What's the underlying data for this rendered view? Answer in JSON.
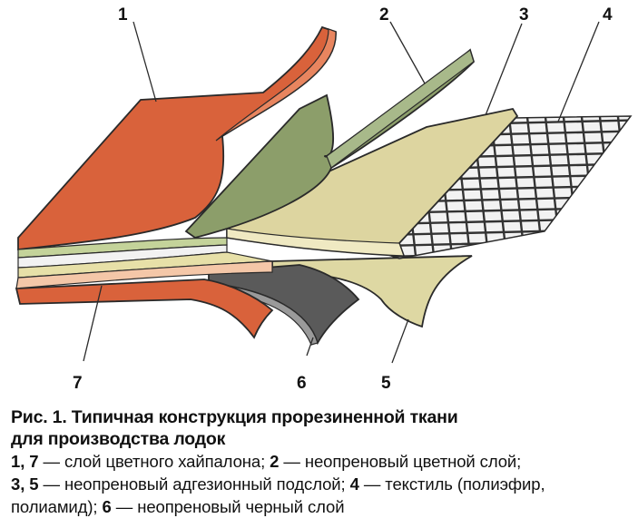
{
  "figure": {
    "callouts": [
      "1",
      "2",
      "3",
      "4",
      "7",
      "6",
      "5"
    ],
    "colors": {
      "hypalon": "#d9623b",
      "neoprene_color": "#8c9e6a",
      "adhesive": "#ded8a3",
      "textile_mesh": "#333333",
      "neoprene_black": "#5a5a5a"
    }
  },
  "caption": {
    "title_line1": "Рис. 1. Типичная конструкция прорезиненной ткани",
    "title_line2": "для производства лодок",
    "legend": [
      {
        "key": "1, 7",
        "text": " — слой цветного хайпалона; "
      },
      {
        "key": "2",
        "text": " — неопреновый цветной слой;"
      },
      {
        "key": "3, 5",
        "text": " — неопреновый адгезионный подслой; "
      },
      {
        "key": "4",
        "text": " — текстиль (полиэфир, полиамид); "
      },
      {
        "key": "6",
        "text": " — неопреновый черный слой"
      }
    ]
  }
}
